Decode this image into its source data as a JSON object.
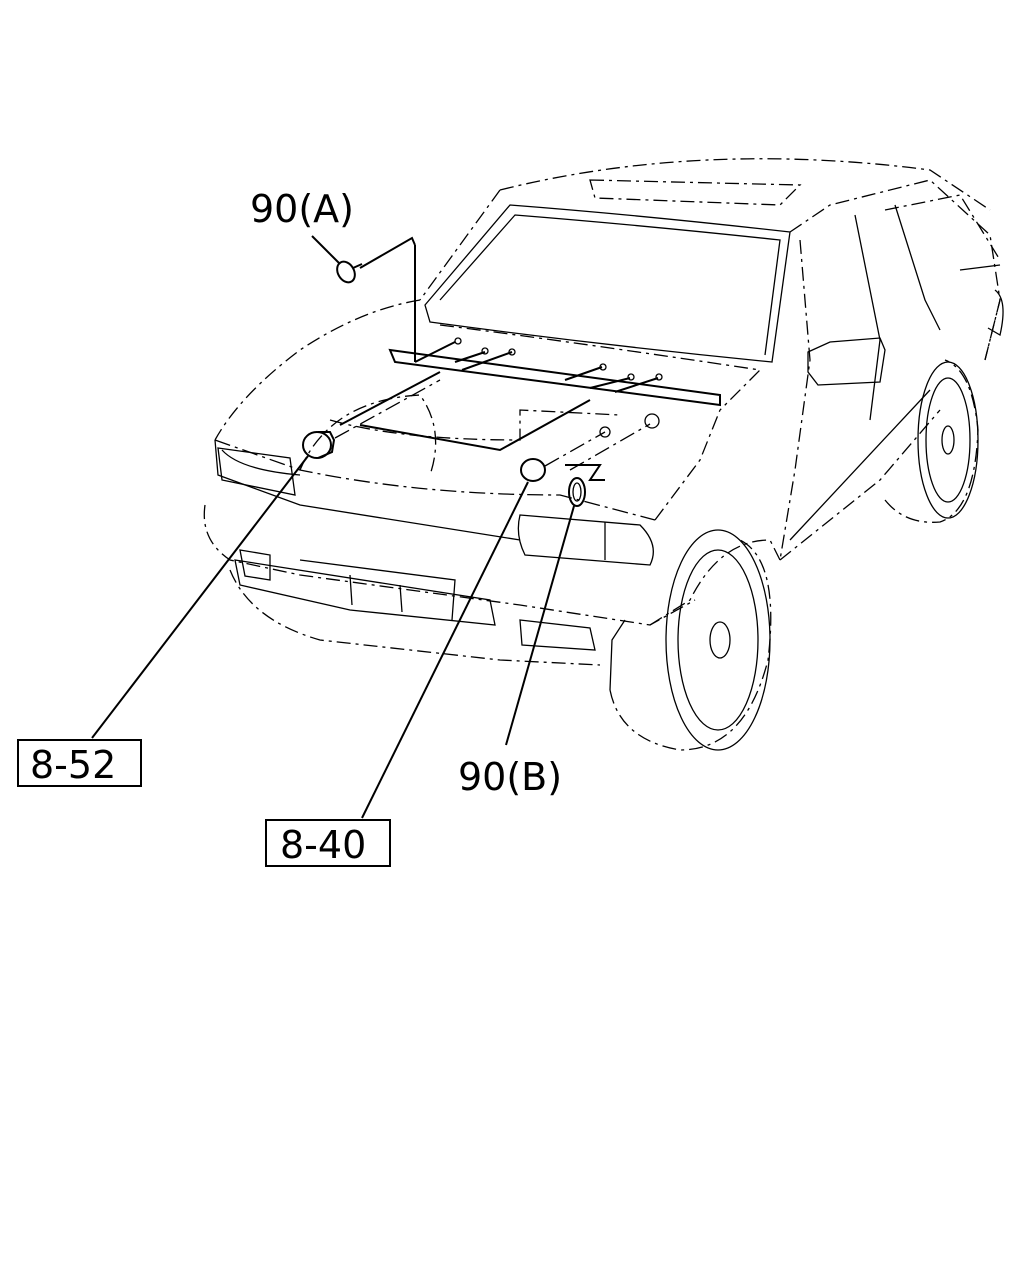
{
  "callouts": {
    "bolt_a": "90(A)",
    "clip_b": "90(B)",
    "ref_852": "8-52",
    "ref_840": "8-40"
  },
  "colors": {
    "line": "#000000",
    "background": "#ffffff"
  }
}
